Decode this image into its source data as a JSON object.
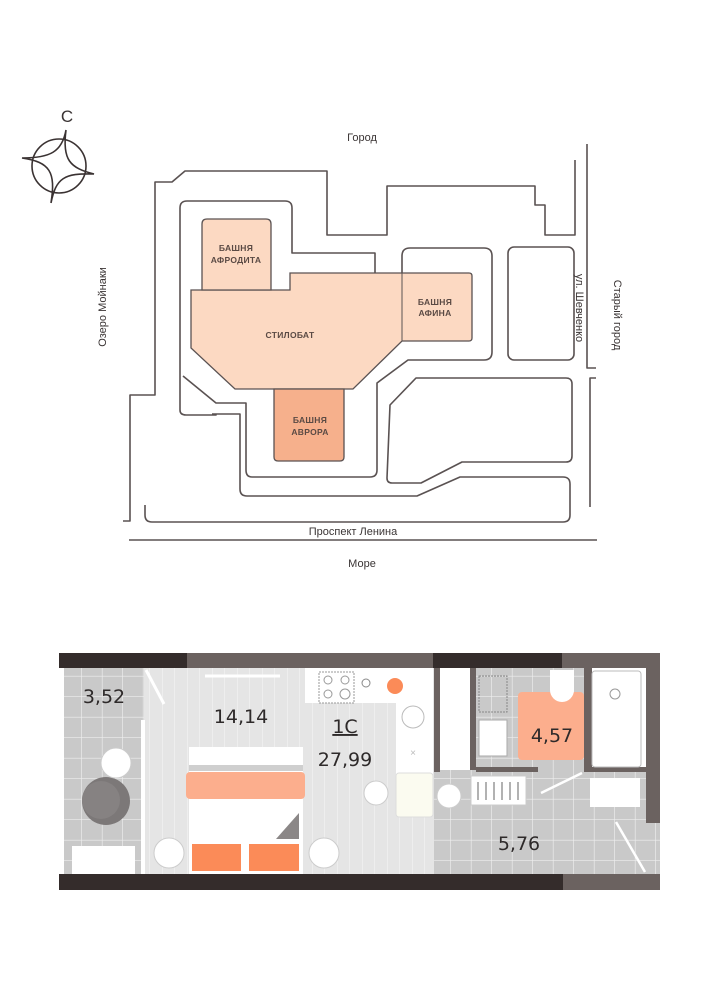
{
  "compass": {
    "north_label": "С"
  },
  "site_plan": {
    "top_label": "Город",
    "bottom_label": "Море",
    "left_label": "Озеро Мойнаки",
    "right_label": "Старый город",
    "street_right": "ул. Шевченко",
    "street_bottom": "Проспект Ленина",
    "buildings": [
      {
        "id": "afrodita",
        "line1": "БАШНЯ",
        "line2": "АФРОДИТА",
        "color": "#fcd9c2"
      },
      {
        "id": "stylobate",
        "line1": "СТИЛОБАТ",
        "color": "#fcd9c2"
      },
      {
        "id": "afina",
        "line1": "БАШНЯ",
        "line2": "АФИНА",
        "color": "#fcd9c2"
      },
      {
        "id": "avrora",
        "line1": "БАШНЯ",
        "line2": "АВРОРА",
        "color": "#f7b08c",
        "highlighted": true
      }
    ]
  },
  "floor_plan": {
    "apartment_type": "1С",
    "total_area": "27,99",
    "rooms": [
      {
        "name": "balcony",
        "area": "3,52"
      },
      {
        "name": "living-room",
        "area": "14,14"
      },
      {
        "name": "bathroom",
        "area": "4,57"
      },
      {
        "name": "hallway",
        "area": "5,76"
      }
    ],
    "colors": {
      "wall_dark": "#342c2b",
      "wall_mid": "#6b6260",
      "floor_wood": "#e4e4e4",
      "tile": "#c8c8c8",
      "accent": "#fb8b58",
      "accent_light": "#fcae8d"
    }
  }
}
